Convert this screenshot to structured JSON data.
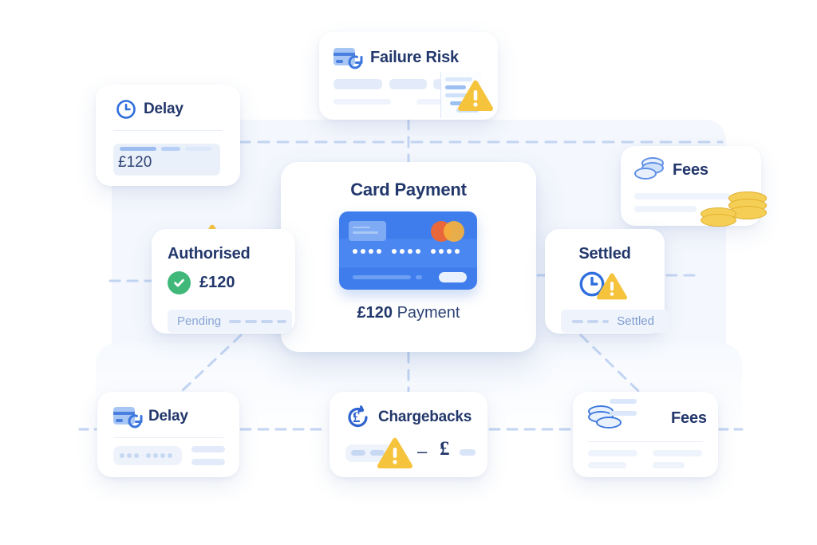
{
  "diagram": {
    "title": "Card Payment lifecycle diagram",
    "colors": {
      "navy": "#22376b",
      "blue": "#3f7ded",
      "warning": "#f5c33c",
      "success": "#40b87a",
      "muted": "#8aa4d4",
      "panel_bg": "#f4f7fd"
    }
  },
  "hero": {
    "title": "Card Payment",
    "amount": "£120",
    "amount_label": "Payment",
    "card_brand": "mastercard"
  },
  "cards": {
    "delay_top": {
      "title": "Delay",
      "amount": "£120",
      "icon": "clock-icon",
      "warning": true
    },
    "failure_risk": {
      "title": "Failure Risk",
      "icon": "card-refresh-icon",
      "warning": true
    },
    "fees_top": {
      "title": "Fees",
      "icon": "coins-icon",
      "decoration": "gold-coins"
    },
    "authorised": {
      "title": "Authorised",
      "amount": "£120",
      "status": "Pending",
      "icon": "check-circle-icon"
    },
    "settled": {
      "title": "Settled",
      "status": "Settled",
      "icon": "clock-icon",
      "warning": true
    },
    "delay_bottom": {
      "title": "Delay",
      "icon": "card-refresh-icon"
    },
    "chargebacks": {
      "title": "Chargebacks",
      "icon": "refresh-pound-icon",
      "dash": "–",
      "currency": "£",
      "warning": true
    },
    "fees_bottom": {
      "title": "Fees",
      "icon": "coins-icon"
    }
  }
}
